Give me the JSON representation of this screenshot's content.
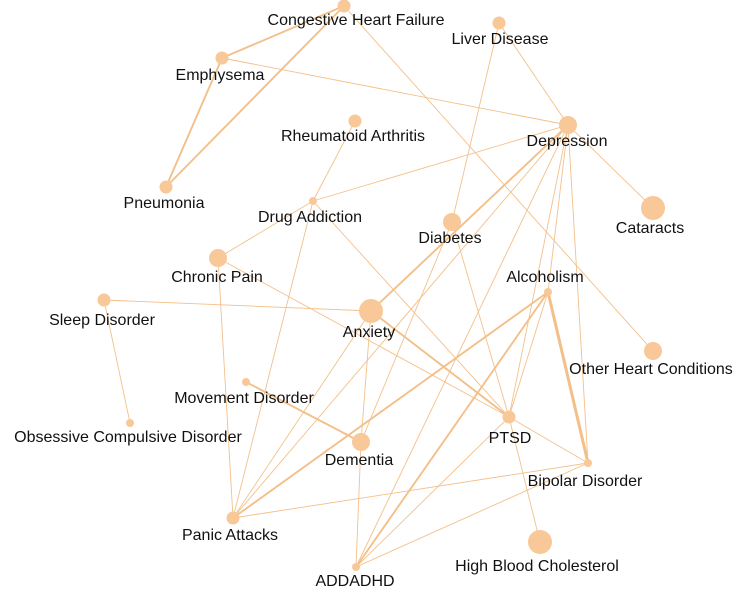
{
  "colors": {
    "node": "#f8c898",
    "edge": "#f3c08a",
    "label": "#111111",
    "background": "#ffffff"
  },
  "nodes": [
    {
      "id": "chf",
      "label": "Congestive Heart Failure",
      "size": "small"
    },
    {
      "id": "liver",
      "label": "Liver Disease",
      "size": "small"
    },
    {
      "id": "emphysema",
      "label": "Emphysema",
      "size": "small"
    },
    {
      "id": "ra",
      "label": "Rheumatoid Arthritis",
      "size": "small"
    },
    {
      "id": "depression",
      "label": "Depression",
      "size": "medium"
    },
    {
      "id": "pneumonia",
      "label": "Pneumonia",
      "size": "small"
    },
    {
      "id": "drug",
      "label": "Drug Addiction",
      "size": "tiny"
    },
    {
      "id": "cataracts",
      "label": "Cataracts",
      "size": "large"
    },
    {
      "id": "diabetes",
      "label": "Diabetes",
      "size": "medium"
    },
    {
      "id": "chronic",
      "label": "Chronic Pain",
      "size": "medium"
    },
    {
      "id": "alcoholism",
      "label": "Alcoholism",
      "size": "tiny"
    },
    {
      "id": "sleep",
      "label": "Sleep Disorder",
      "size": "small"
    },
    {
      "id": "anxiety",
      "label": "Anxiety",
      "size": "large"
    },
    {
      "id": "ohc",
      "label": "Other Heart Conditions",
      "size": "medium"
    },
    {
      "id": "movement",
      "label": "Movement Disorder",
      "size": "tiny"
    },
    {
      "id": "ocd",
      "label": "Obsessive Compulsive Disorder",
      "size": "tiny"
    },
    {
      "id": "ptsd",
      "label": "PTSD",
      "size": "small"
    },
    {
      "id": "dementia",
      "label": "Dementia",
      "size": "medium"
    },
    {
      "id": "bipolar",
      "label": "Bipolar Disorder",
      "size": "tiny"
    },
    {
      "id": "panic",
      "label": "Panic Attacks",
      "size": "small"
    },
    {
      "id": "hbc",
      "label": "High Blood Cholesterol",
      "size": "large"
    },
    {
      "id": "adhd",
      "label": "ADDADHD",
      "size": "tiny"
    }
  ],
  "edges": [
    {
      "source": "chf",
      "target": "emphysema",
      "weight": 2
    },
    {
      "source": "chf",
      "target": "pneumonia",
      "weight": 2
    },
    {
      "source": "chf",
      "target": "ohc",
      "weight": 1
    },
    {
      "source": "emphysema",
      "target": "pneumonia",
      "weight": 2
    },
    {
      "source": "emphysema",
      "target": "depression",
      "weight": 1
    },
    {
      "source": "liver",
      "target": "diabetes",
      "weight": 1
    },
    {
      "source": "liver",
      "target": "depression",
      "weight": 1
    },
    {
      "source": "ra",
      "target": "drug",
      "weight": 1
    },
    {
      "source": "drug",
      "target": "depression",
      "weight": 1
    },
    {
      "source": "drug",
      "target": "chronic",
      "weight": 1
    },
    {
      "source": "drug",
      "target": "ptsd",
      "weight": 1
    },
    {
      "source": "drug",
      "target": "panic",
      "weight": 1
    },
    {
      "source": "depression",
      "target": "cataracts",
      "weight": 1
    },
    {
      "source": "depression",
      "target": "anxiety",
      "weight": 2
    },
    {
      "source": "depression",
      "target": "ptsd",
      "weight": 1
    },
    {
      "source": "depression",
      "target": "bipolar",
      "weight": 1
    },
    {
      "source": "depression",
      "target": "alcoholism",
      "weight": 1
    },
    {
      "source": "depression",
      "target": "panic",
      "weight": 1
    },
    {
      "source": "depression",
      "target": "adhd",
      "weight": 1
    },
    {
      "source": "diabetes",
      "target": "ptsd",
      "weight": 1
    },
    {
      "source": "diabetes",
      "target": "dementia",
      "weight": 1
    },
    {
      "source": "chronic",
      "target": "ptsd",
      "weight": 1
    },
    {
      "source": "chronic",
      "target": "panic",
      "weight": 1
    },
    {
      "source": "sleep",
      "target": "anxiety",
      "weight": 1
    },
    {
      "source": "sleep",
      "target": "ocd",
      "weight": 1
    },
    {
      "source": "anxiety",
      "target": "ptsd",
      "weight": 2
    },
    {
      "source": "anxiety",
      "target": "dementia",
      "weight": 1
    },
    {
      "source": "anxiety",
      "target": "panic",
      "weight": 1
    },
    {
      "source": "alcoholism",
      "target": "ptsd",
      "weight": 1
    },
    {
      "source": "alcoholism",
      "target": "bipolar",
      "weight": 3
    },
    {
      "source": "alcoholism",
      "target": "adhd",
      "weight": 2
    },
    {
      "source": "alcoholism",
      "target": "panic",
      "weight": 2
    },
    {
      "source": "movement",
      "target": "dementia",
      "weight": 2
    },
    {
      "source": "dementia",
      "target": "adhd",
      "weight": 1
    },
    {
      "source": "ptsd",
      "target": "hbc",
      "weight": 1
    },
    {
      "source": "ptsd",
      "target": "bipolar",
      "weight": 1
    },
    {
      "source": "ptsd",
      "target": "adhd",
      "weight": 1
    },
    {
      "source": "bipolar",
      "target": "panic",
      "weight": 1
    },
    {
      "source": "bipolar",
      "target": "adhd",
      "weight": 1
    }
  ]
}
